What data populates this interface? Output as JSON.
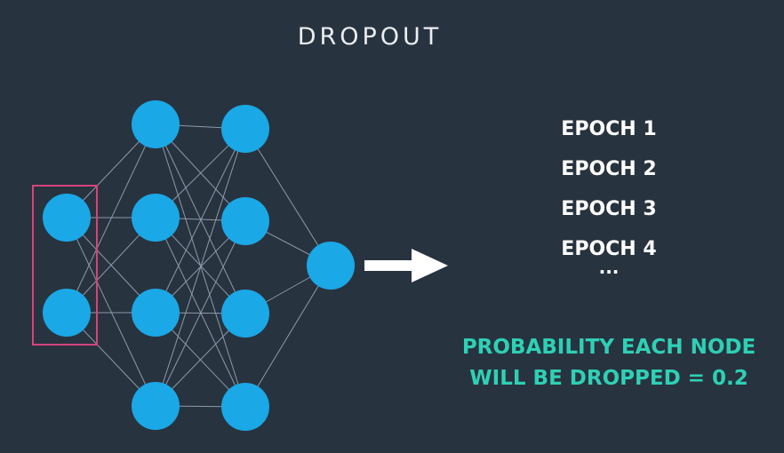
{
  "title": "DROPOUT",
  "epochs": [
    "EPOCH 1",
    "EPOCH 2",
    "EPOCH 3",
    "EPOCH 4"
  ],
  "ellipsis": "...",
  "probability": {
    "line1": "PROBABILITY EACH NODE",
    "line2": "WILL BE DROPPED = 0.2"
  },
  "colors": {
    "background": "#283340",
    "node": "#1aa8e6",
    "edge": "#8e9aa8",
    "highlight": "#d6437a",
    "arrow": "#ffffff",
    "accent": "#2fd0b5"
  },
  "network": {
    "layers": [
      2,
      4,
      4,
      1
    ],
    "highlighted_layer": 0
  }
}
